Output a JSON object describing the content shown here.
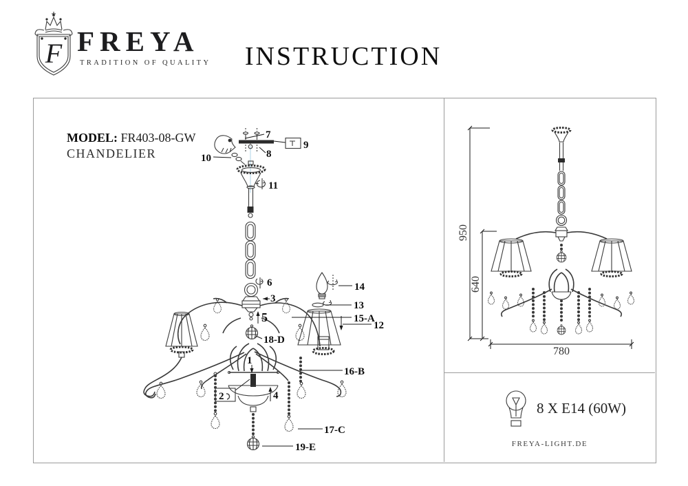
{
  "header": {
    "brand": "FREYA",
    "monogram": "F",
    "tagline": "TRADITION OF QUALITY",
    "title": "INSTRUCTION"
  },
  "product": {
    "model_label": "MODEL:",
    "model_number": "FR403-08-GW",
    "type": "CHANDELIER"
  },
  "diagram": {
    "labels": {
      "l1": "1",
      "l2": "2",
      "l3": "3",
      "l4": "4",
      "l5": "5",
      "l6": "6",
      "l7": "7",
      "l8": "8",
      "l9": "9",
      "l10": "10",
      "l11": "11",
      "l12": "12",
      "l13": "13",
      "l14": "14",
      "l15a": "15-A",
      "l16b": "16-B",
      "l17c": "17-C",
      "l18d": "18-D",
      "l19e": "19-E"
    }
  },
  "dimensions": {
    "overall_height": "950",
    "body_height": "640",
    "width": "780"
  },
  "specs": {
    "bulbs": "8 X E14 (60W)",
    "website": "FREYA-LIGHT.DE"
  },
  "colors": {
    "line": "#3a3a3a",
    "label": "#0c0c0c",
    "panel_border": "#9b9b9b",
    "guide_blue": "#bcdcec"
  }
}
